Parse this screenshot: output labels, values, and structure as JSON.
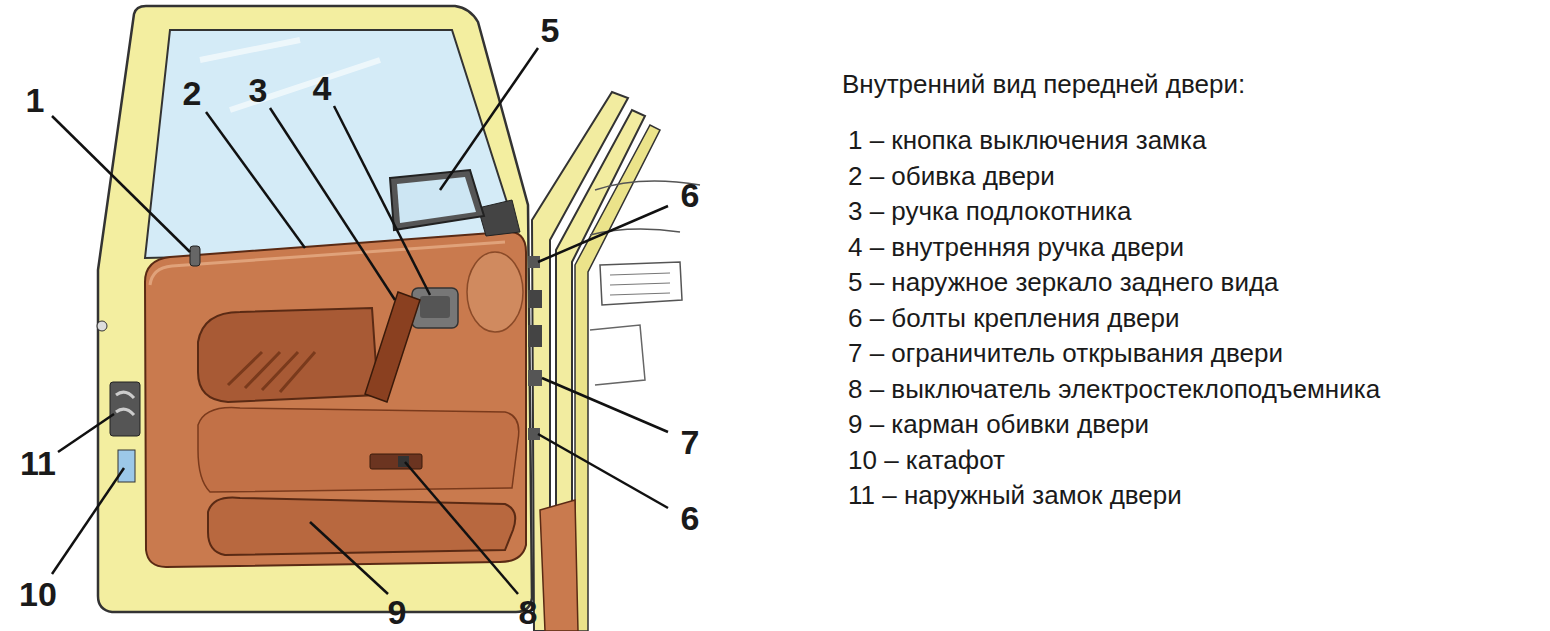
{
  "diagram": {
    "title": "Внутренний вид передней двери:",
    "labels": [
      "1",
      "2",
      "3",
      "4",
      "5",
      "6",
      "7",
      "6",
      "8",
      "9",
      "10",
      "11",
      "1 – кнопка выключения замка",
      "2 – обивка двери",
      "3 – ручка подлокотника",
      "4 – внутренняя ручка двери",
      "5 – наружное зеркало заднего вида",
      "6 – болты крепления двери",
      "7 – ограничитель открывания двери",
      "8 – выключатель электростеклоподъемника",
      "9 – карман обивки двери",
      "10 – катафот",
      "11 – наружный замок двери"
    ]
  }
}
